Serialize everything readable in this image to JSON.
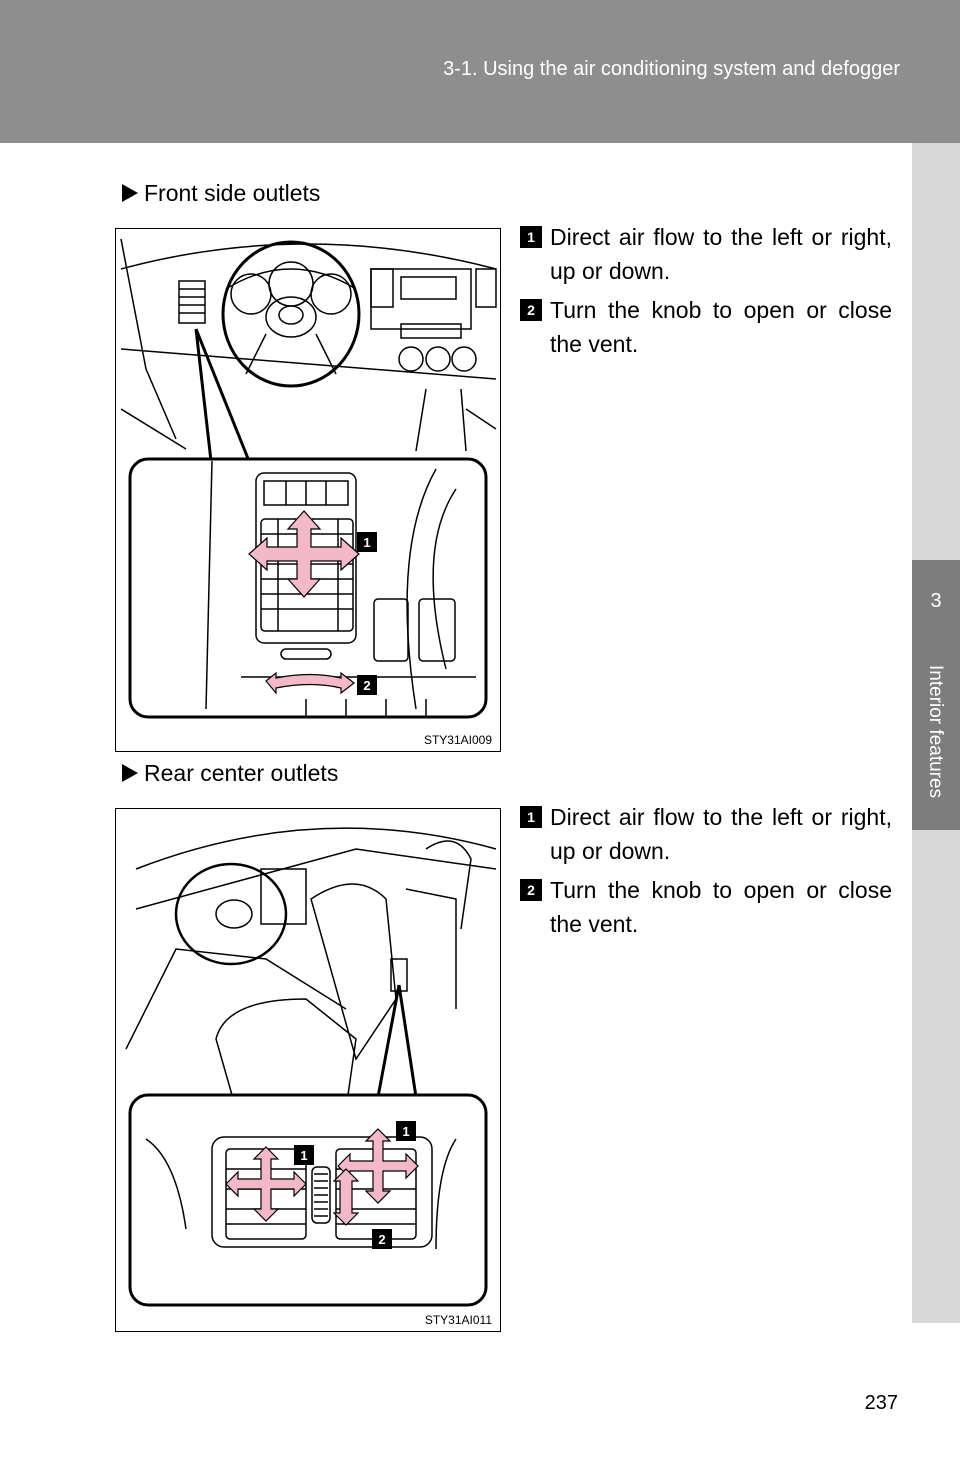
{
  "header": {
    "title": "3-1. Using the air conditioning system and defogger"
  },
  "side_tab": {
    "chapter_number": "3",
    "chapter_label": "Interior features"
  },
  "sections": [
    {
      "heading": "Front side outlets",
      "figure_code": "STY31AI009",
      "steps": [
        {
          "badge": "1",
          "text": "Direct air flow to the left or right, up or down."
        },
        {
          "badge": "2",
          "text": "Turn the knob to open or close the vent."
        }
      ]
    },
    {
      "heading": "Rear center outlets",
      "figure_code": "STY31AI011",
      "steps": [
        {
          "badge": "1",
          "text": "Direct air flow to the left or right, up or down."
        },
        {
          "badge": "2",
          "text": "Turn the knob to open or close the vent."
        }
      ]
    }
  ],
  "figure_callouts": {
    "fig1_label1": "1",
    "fig1_label2": "2",
    "fig2_label1a": "1",
    "fig2_label1b": "1",
    "fig2_label2": "2"
  },
  "page_number": "237"
}
